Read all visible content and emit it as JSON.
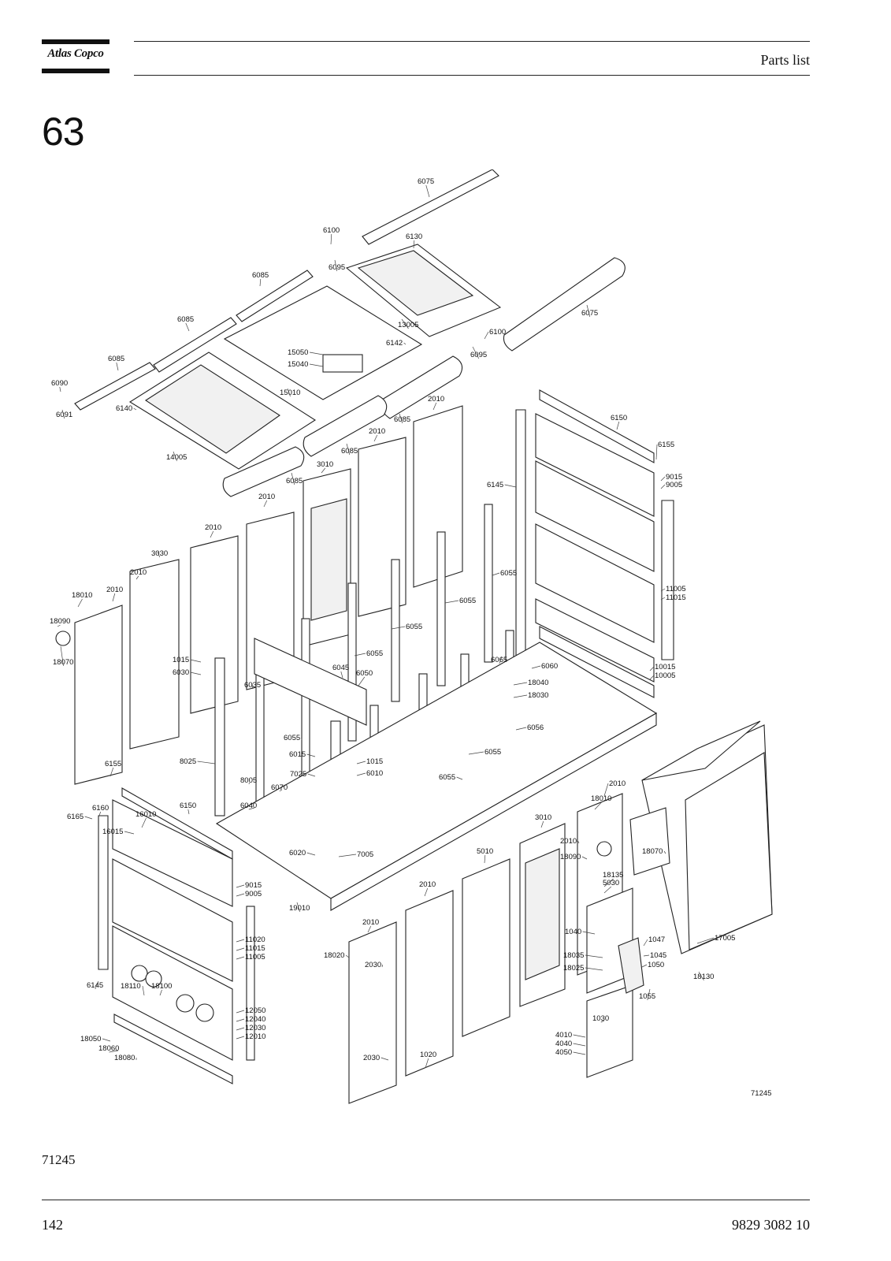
{
  "header": {
    "brand": "Atlas Copco",
    "title": "Parts list"
  },
  "section_number": "63",
  "drawing": {
    "id": "71245",
    "part_numbers": [
      "6075",
      "6100",
      "6130",
      "6095",
      "6085",
      "6085",
      "6085",
      "6075",
      "13005",
      "6142",
      "6100",
      "6095",
      "15050",
      "15040",
      "15010",
      "6090",
      "6091",
      "6140",
      "14005",
      "6085",
      "6085",
      "6085",
      "2010",
      "2010",
      "3010",
      "2010",
      "2010",
      "3030",
      "2010",
      "2010",
      "18010",
      "18090",
      "18070",
      "6150",
      "6155",
      "9015",
      "9005",
      "6145",
      "11005",
      "11015",
      "10015",
      "10005",
      "6055",
      "6055",
      "6055",
      "6055",
      "6065",
      "6060",
      "18040",
      "18030",
      "1015",
      "6030",
      "6045",
      "6050",
      "6035",
      "6056",
      "6055",
      "8025",
      "6015",
      "1015",
      "6010",
      "7025",
      "8005",
      "6070",
      "6055",
      "6055",
      "6040",
      "6155",
      "6160",
      "6165",
      "16010",
      "16015",
      "6150",
      "9015",
      "9005",
      "19010",
      "6020",
      "7005",
      "11020",
      "11015",
      "11005",
      "12050",
      "12040",
      "12030",
      "12010",
      "6145",
      "18110",
      "18100",
      "18050",
      "18060",
      "18080",
      "2010",
      "18010",
      "3010",
      "2010",
      "18090",
      "18070",
      "18135",
      "5030",
      "5010",
      "2010",
      "2010",
      "18020",
      "2030",
      "1040",
      "18035",
      "18025",
      "1047",
      "1045",
      "1050",
      "1055",
      "17005",
      "18130",
      "1030",
      "4010",
      "4040",
      "4050",
      "2030",
      "1020"
    ]
  },
  "footer": {
    "figure_ref": "71245",
    "page": "142",
    "doc_number": "9829 3082 10"
  }
}
